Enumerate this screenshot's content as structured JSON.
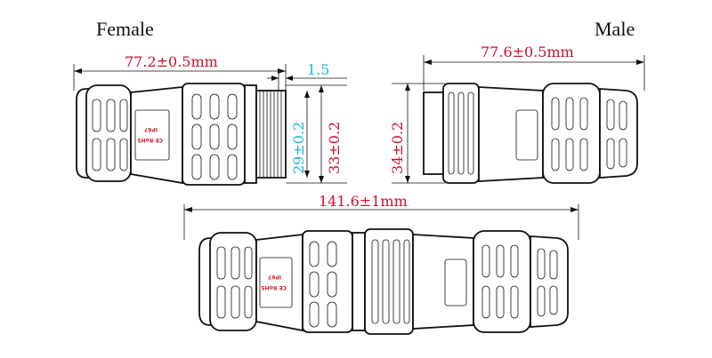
{
  "labels": {
    "female": "Female",
    "male": "Male"
  },
  "dimensions": {
    "female_length": "77.2±0.5mm",
    "thread_pitch": "1.5",
    "thread_diameter": "29±0.2",
    "female_diameter": "33±0.2",
    "male_diameter": "34±0.2",
    "male_length": "77.6±0.5mm",
    "total_length": "141.6±1mm"
  },
  "marking": {
    "line1": "IP67",
    "line2": "CE RoHS"
  },
  "colors": {
    "dimension_text": "#c8102e",
    "pitch_text": "#18b4d8",
    "outline": "#111111"
  }
}
